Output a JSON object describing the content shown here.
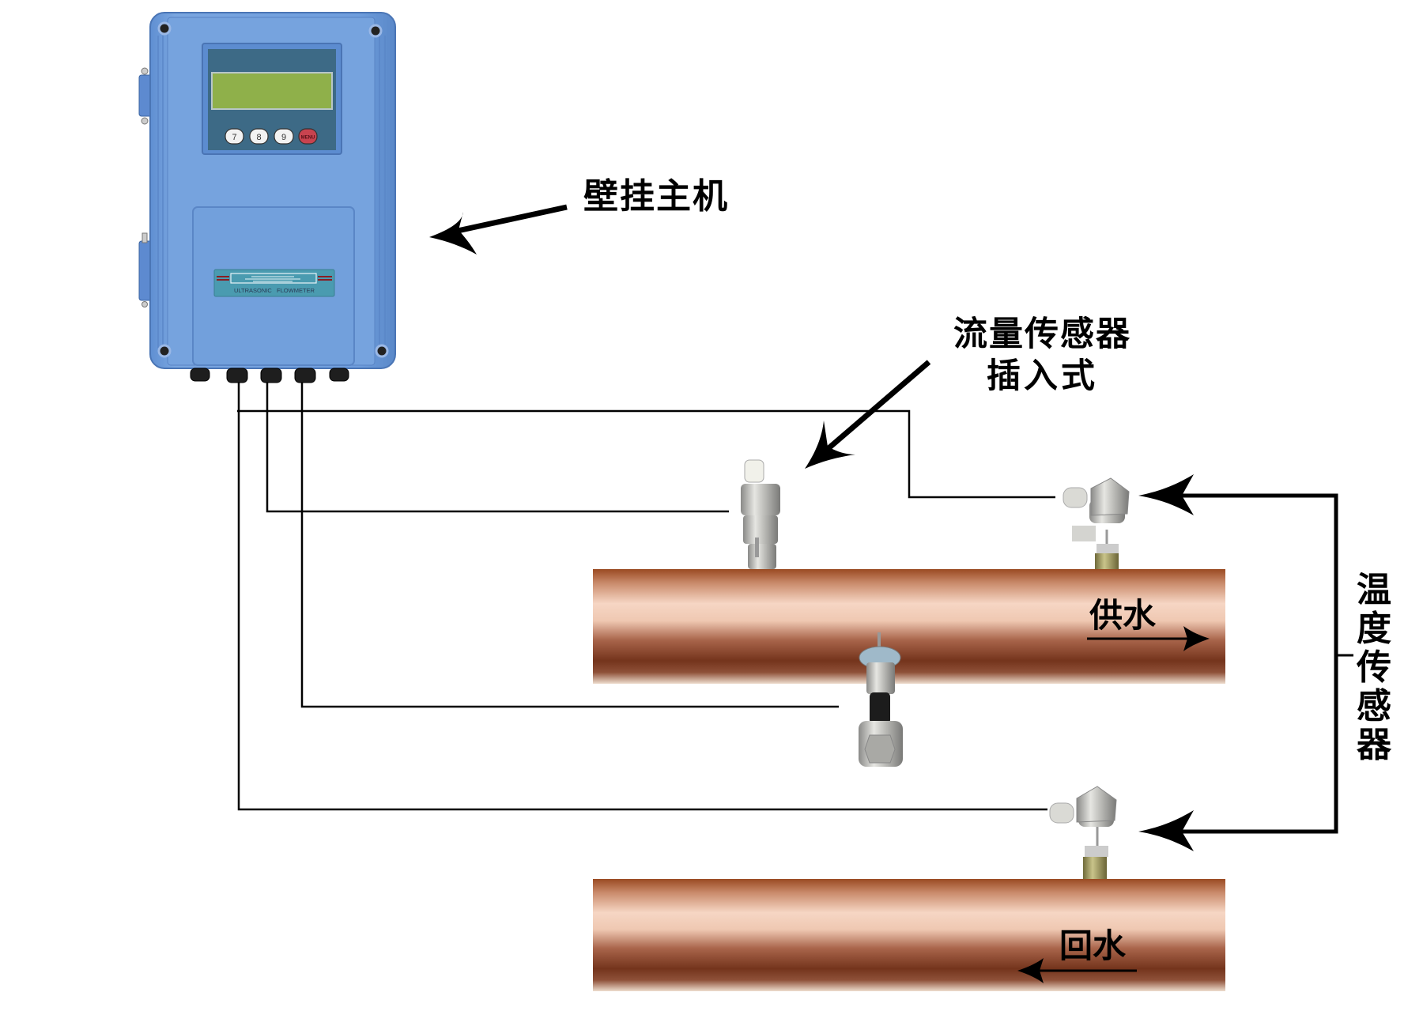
{
  "diagram": {
    "title": "Ultrasonic flowmeter wall-mounted installation diagram",
    "colors": {
      "enclosure": "#6f9fdc",
      "enclosure_dark": "#4f7fc0",
      "lcd": "#8fb04a",
      "menu_button": "#c8434f",
      "pipe_dark": "#7a3a1e",
      "pipe_light": "#f3d2c0",
      "wire": "#000000"
    },
    "host": {
      "label": "壁挂主机",
      "keypad": [
        "7",
        "8",
        "9",
        "MENU"
      ],
      "nameplate": "ULTRASONIC   FLOWMETER"
    },
    "flow_sensor": {
      "label_line1": "流量传感器",
      "label_line2": "插入式"
    },
    "temp_sensor": {
      "label": "温度传感器"
    },
    "pipes": {
      "supply": {
        "label": "供水",
        "direction": "right"
      },
      "return": {
        "label": "回水",
        "direction": "left"
      }
    }
  }
}
